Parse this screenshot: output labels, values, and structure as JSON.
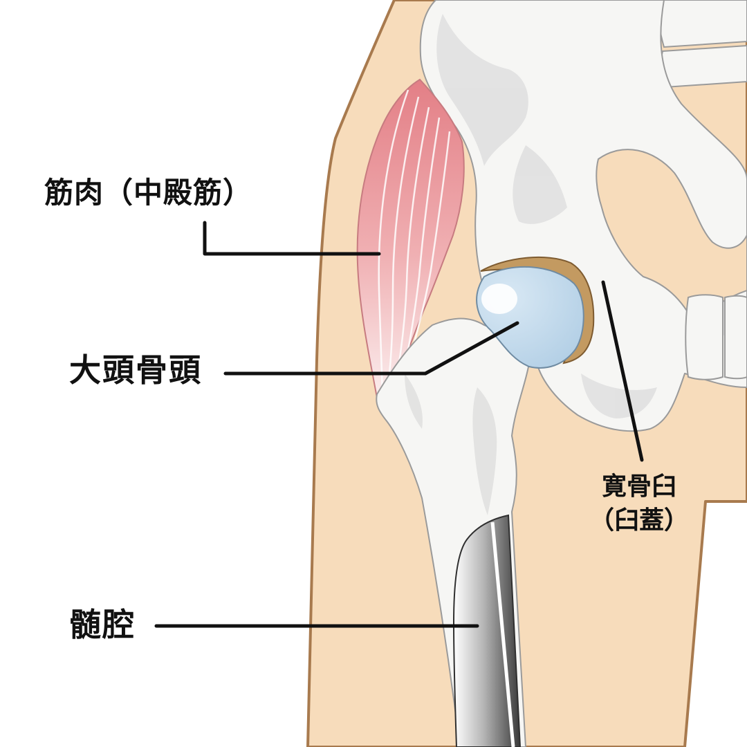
{
  "labels": {
    "muscle": "筋肉（中殿筋）",
    "femoral_head": "大頭骨頭",
    "marrow_cavity": "髄腔",
    "acetabulum_line1": "寛骨臼",
    "acetabulum_line2": "（臼蓋）"
  },
  "colors": {
    "skin": "#f7dcbb",
    "skin_outline": "#a87a4e",
    "bone": "#f6f6f4",
    "bone_shade": "#dcdcdc",
    "bone_outline": "#9a9a9a",
    "muscle": "#e88d92",
    "cartilage": "#b7d3e8",
    "acetabulum_rim": "#c39a61",
    "marrow": "#6e6e6e",
    "leader_line": "#111111"
  }
}
